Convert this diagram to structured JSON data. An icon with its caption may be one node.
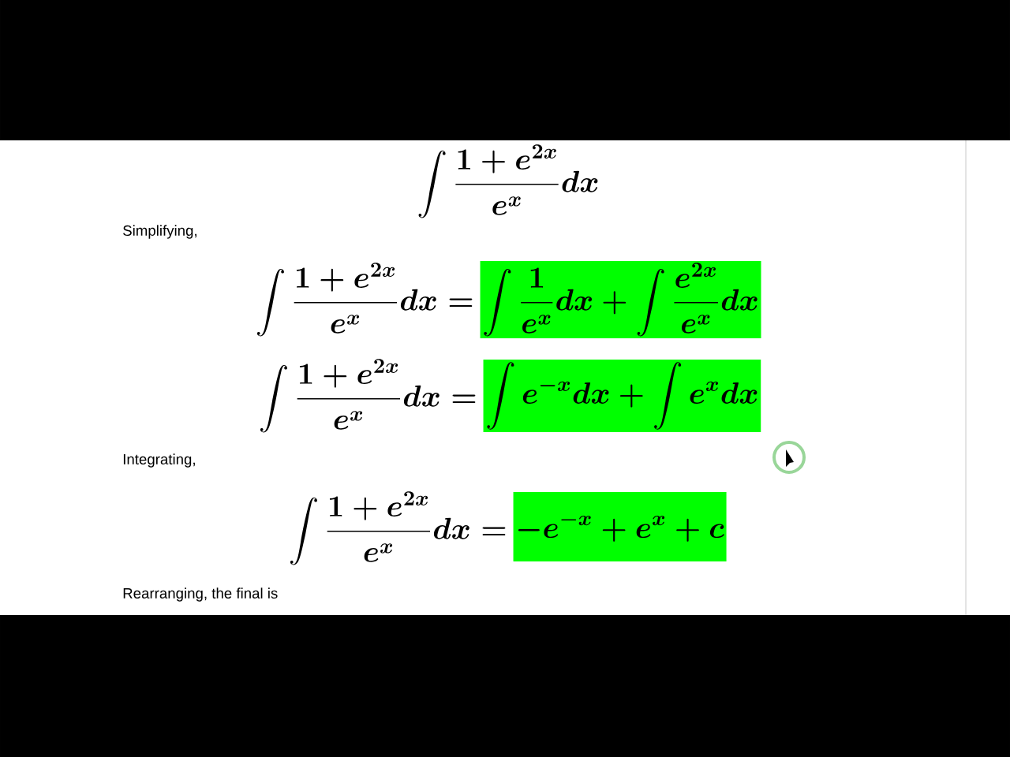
{
  "diagram": {
    "nodes": [
      {
        "text": [
          "\\int\\frac{1}{e^{x}}dx+\\int\\frac{e^{2x}}{e^{x}}dx"
        ]
      },
      {
        "text": [
          "\\int e^{-x}dx+\\int e^{x}dx"
        ]
      },
      {
        "text": [
          "-e^{-x}+e^{x}+c"
        ]
      }
    ],
    "labels": [
      "\\int\\frac{1+e^{2x}}{e^{x}}dx",
      "Simplifying,",
      "\\int\\frac{1+e^{2x}}{e^{x}}dx=",
      "\\int\\frac{1+e^{2x}}{e^{x}}dx=",
      "Integrating,",
      "\\int\\frac{1+e^{2x}}{e^{x}}dx=",
      "Rearranging, the final is"
    ]
  }
}
